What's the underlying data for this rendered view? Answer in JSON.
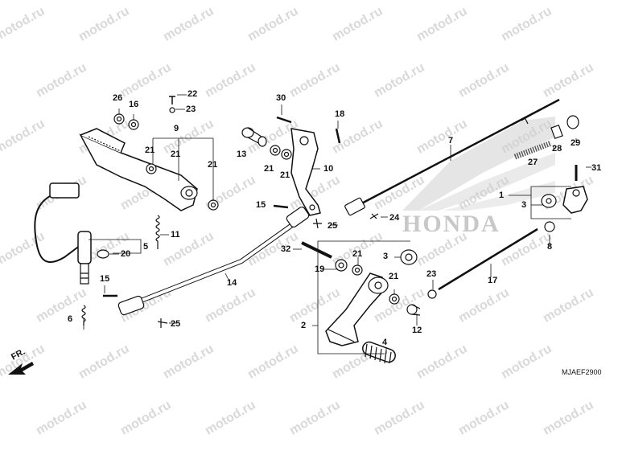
{
  "watermark_text": "motod.ru",
  "brand_logo_text": "HONDA",
  "diagram_code": "MJAEF2900",
  "front_label": "FR.",
  "callouts": [
    {
      "id": "c26",
      "label": "26"
    },
    {
      "id": "c16",
      "label": "16"
    },
    {
      "id": "c22",
      "label": "22"
    },
    {
      "id": "c23a",
      "label": "23"
    },
    {
      "id": "c9",
      "label": "9"
    },
    {
      "id": "c21a",
      "label": "21"
    },
    {
      "id": "c21b",
      "label": "21"
    },
    {
      "id": "c21c",
      "label": "21"
    },
    {
      "id": "c11",
      "label": "11"
    },
    {
      "id": "c5",
      "label": "5"
    },
    {
      "id": "c20",
      "label": "20"
    },
    {
      "id": "c15a",
      "label": "15"
    },
    {
      "id": "c6",
      "label": "6"
    },
    {
      "id": "c25a",
      "label": "25"
    },
    {
      "id": "c14",
      "label": "14"
    },
    {
      "id": "c30",
      "label": "30"
    },
    {
      "id": "c13",
      "label": "13"
    },
    {
      "id": "c21d",
      "label": "21"
    },
    {
      "id": "c21e",
      "label": "21"
    },
    {
      "id": "c18",
      "label": "18"
    },
    {
      "id": "c10",
      "label": "10"
    },
    {
      "id": "c15b",
      "label": "15"
    },
    {
      "id": "c25b",
      "label": "25"
    },
    {
      "id": "c7",
      "label": "7"
    },
    {
      "id": "c24",
      "label": "24"
    },
    {
      "id": "c32",
      "label": "32"
    },
    {
      "id": "c19",
      "label": "19"
    },
    {
      "id": "c21f",
      "label": "21"
    },
    {
      "id": "c3a",
      "label": "3"
    },
    {
      "id": "c21g",
      "label": "21"
    },
    {
      "id": "c2",
      "label": "2"
    },
    {
      "id": "c4",
      "label": "4"
    },
    {
      "id": "c12",
      "label": "12"
    },
    {
      "id": "c23b",
      "label": "23"
    },
    {
      "id": "c17",
      "label": "17"
    },
    {
      "id": "c8",
      "label": "8"
    },
    {
      "id": "c1",
      "label": "1"
    },
    {
      "id": "c3b",
      "label": "3"
    },
    {
      "id": "c27",
      "label": "27"
    },
    {
      "id": "c28",
      "label": "28"
    },
    {
      "id": "c29",
      "label": "29"
    },
    {
      "id": "c31",
      "label": "31"
    }
  ]
}
